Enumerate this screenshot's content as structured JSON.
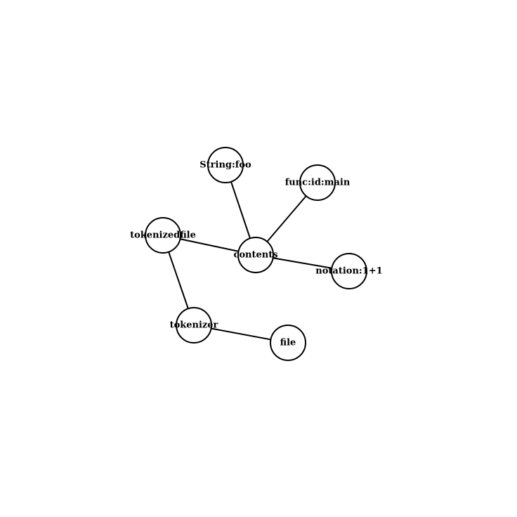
{
  "graph": {
    "nodes": [
      {
        "id": "string_foo",
        "label": "String:foo"
      },
      {
        "id": "func_main",
        "label": "func:id:main"
      },
      {
        "id": "tokenizedfile",
        "label": "tokenizedfile"
      },
      {
        "id": "contents",
        "label": "contents"
      },
      {
        "id": "notation",
        "label": "notation:1+1"
      },
      {
        "id": "tokenizer",
        "label": "tokenizer"
      },
      {
        "id": "file",
        "label": "file"
      }
    ],
    "edges": [
      {
        "from": "string_foo",
        "to": "contents"
      },
      {
        "from": "func_main",
        "to": "contents"
      },
      {
        "from": "tokenizedfile",
        "to": "contents"
      },
      {
        "from": "contents",
        "to": "notation"
      },
      {
        "from": "tokenizedfile",
        "to": "tokenizer"
      },
      {
        "from": "tokenizer",
        "to": "file"
      }
    ]
  }
}
